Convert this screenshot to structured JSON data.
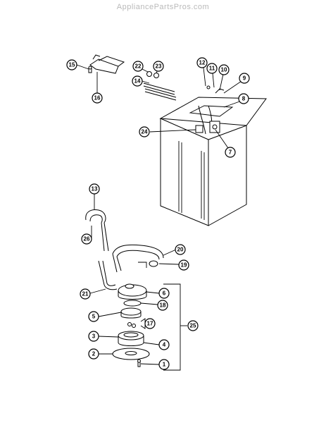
{
  "watermark": "AppliancePartsPros.com",
  "callouts": [
    {
      "id": "1",
      "label": "1"
    },
    {
      "id": "2",
      "label": "2"
    },
    {
      "id": "3",
      "label": "3"
    },
    {
      "id": "4",
      "label": "4"
    },
    {
      "id": "5",
      "label": "5"
    },
    {
      "id": "6",
      "label": "6"
    },
    {
      "id": "7",
      "label": "7"
    },
    {
      "id": "8",
      "label": "8"
    },
    {
      "id": "9",
      "label": "9"
    },
    {
      "id": "10",
      "label": "10"
    },
    {
      "id": "11",
      "label": "11"
    },
    {
      "id": "12",
      "label": "12"
    },
    {
      "id": "13",
      "label": "13"
    },
    {
      "id": "14",
      "label": "14"
    },
    {
      "id": "15",
      "label": "15"
    },
    {
      "id": "16",
      "label": "16"
    },
    {
      "id": "17",
      "label": "17"
    },
    {
      "id": "18",
      "label": "18"
    },
    {
      "id": "19",
      "label": "19"
    },
    {
      "id": "20",
      "label": "20"
    },
    {
      "id": "21",
      "label": "21"
    },
    {
      "id": "22",
      "label": "22"
    },
    {
      "id": "23",
      "label": "23"
    },
    {
      "id": "24",
      "label": "24"
    },
    {
      "id": "25",
      "label": "25"
    },
    {
      "id": "26",
      "label": "26"
    }
  ]
}
